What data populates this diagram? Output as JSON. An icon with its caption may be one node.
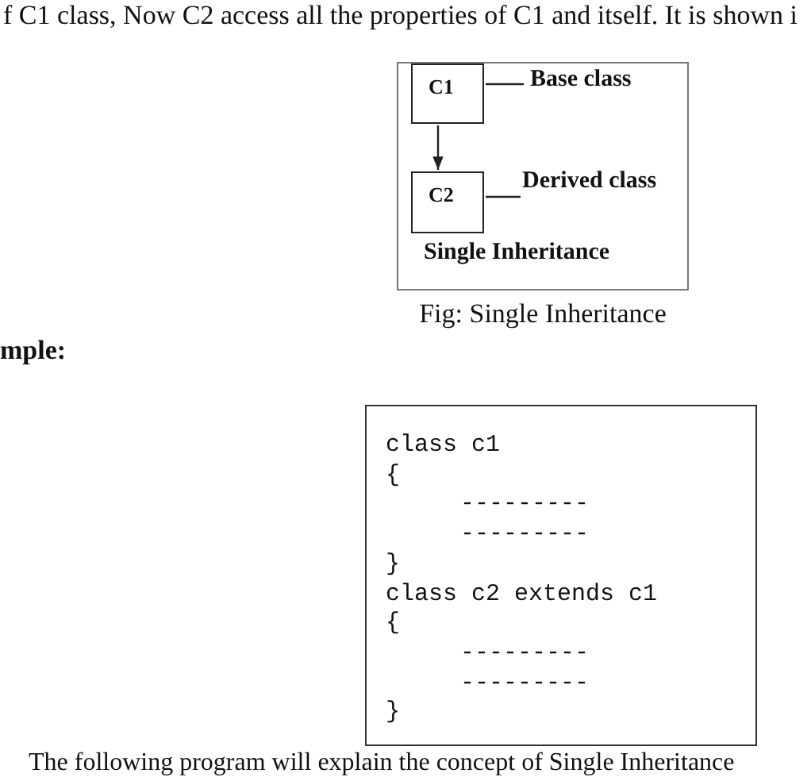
{
  "diagram": {
    "caption": "Fig: Single Inheritance",
    "nodes": [
      {
        "text": [
          "Single Inheritance"
        ]
      },
      {
        "text": [
          "C1"
        ],
        "in": 0
      },
      {
        "text": [
          "C2"
        ],
        "in": 0
      },
      {
        "text": [
          "Base class"
        ],
        "in": 0
      },
      {
        "text": [
          "Derived class"
        ],
        "in": 0
      },
      {
        "text": [
          "class c1",
          "{",
          "---------",
          "---------",
          "}",
          "class c2 extends c1",
          "{",
          "---------",
          "---------",
          "}"
        ]
      }
    ],
    "edges": [
      {
        "from": 1,
        "to": 2,
        "arrow": "to"
      },
      {
        "from": 3,
        "to": 1,
        "arrow": "none"
      },
      {
        "from": 4,
        "to": 2,
        "arrow": "none"
      }
    ],
    "labels": [
      "f C1 class, Now C2 access all the properties of C1 and itself. It is shown i",
      "mple:",
      "The following program will explain the concept of Single Inheritance"
    ]
  }
}
